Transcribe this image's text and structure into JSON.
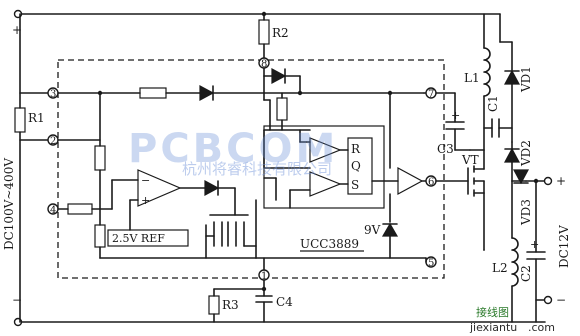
{
  "labels": {
    "r1": "R1",
    "r2": "R2",
    "r3": "R3",
    "l1": "L1",
    "l2": "L2",
    "c1": "C1",
    "c2": "C2",
    "c3": "C3",
    "c4": "C4",
    "vd1": "VD1",
    "vd2": "VD2",
    "vd3": "VD3",
    "vt": "VT",
    "zener": "9V",
    "ref": "2.5V REF",
    "ic": "UCC3889",
    "input": "DC100V~400V",
    "output": "DC12V",
    "plus": "+",
    "minus": "−",
    "latch_r": "R",
    "latch_q": "Q",
    "latch_s": "S"
  },
  "pins": {
    "p1": "1",
    "p2": "2",
    "p3": "3",
    "p4": "4",
    "p5": "5",
    "p6": "6",
    "p7": "7",
    "p8": "8"
  },
  "watermark": {
    "main": "PCBCOM",
    "chinese": "杭州将睿科技有限公司",
    "footer_domain": "jiexiantu",
    "footer_com": ".com",
    "footer_cn": "接线图"
  }
}
